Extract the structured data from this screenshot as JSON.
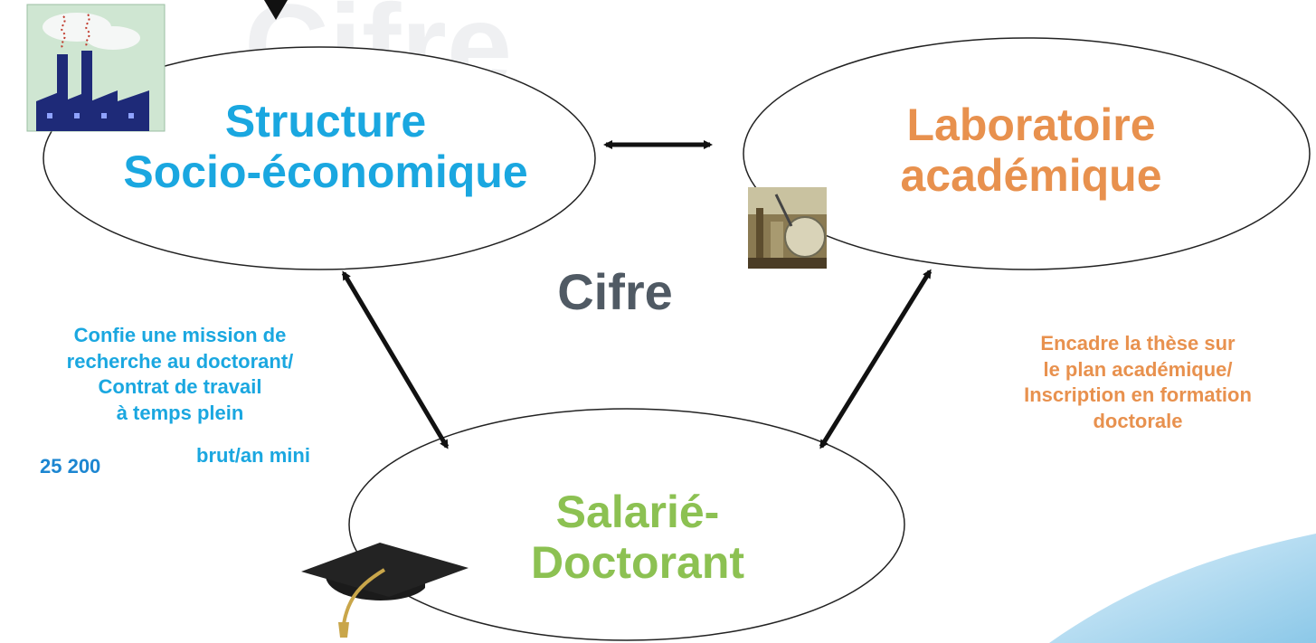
{
  "nodes": {
    "structure": {
      "line1": "Structure",
      "line2": "Socio-économique"
    },
    "laboratoire": {
      "line1": "Laboratoire",
      "line2": "académique"
    },
    "salarie": {
      "line1": "Salarié-",
      "line2": "Doctorant"
    }
  },
  "center_label": "Cifre",
  "watermark": "Cifre",
  "notes": {
    "left": {
      "line1": "Confie une mission de",
      "line2": "recherche au doctorant/",
      "line3": "Contrat de travail",
      "line4": "à temps plein",
      "amount": "25 200",
      "line5": "brut/an mini"
    },
    "right": {
      "line1": "Encadre la thèse sur",
      "line2": "le plan académique/",
      "line3": "Inscription en formation",
      "line4": "doctorale"
    }
  },
  "colors": {
    "structure": "#1aa7e0",
    "laboratoire": "#e8914e",
    "salarie": "#8cc152",
    "center": "#505a64",
    "amount": "#1c86d1",
    "arrow": "#111111"
  },
  "icons": [
    "factory-icon",
    "laboratory-photo",
    "graduation-cap-icon"
  ]
}
